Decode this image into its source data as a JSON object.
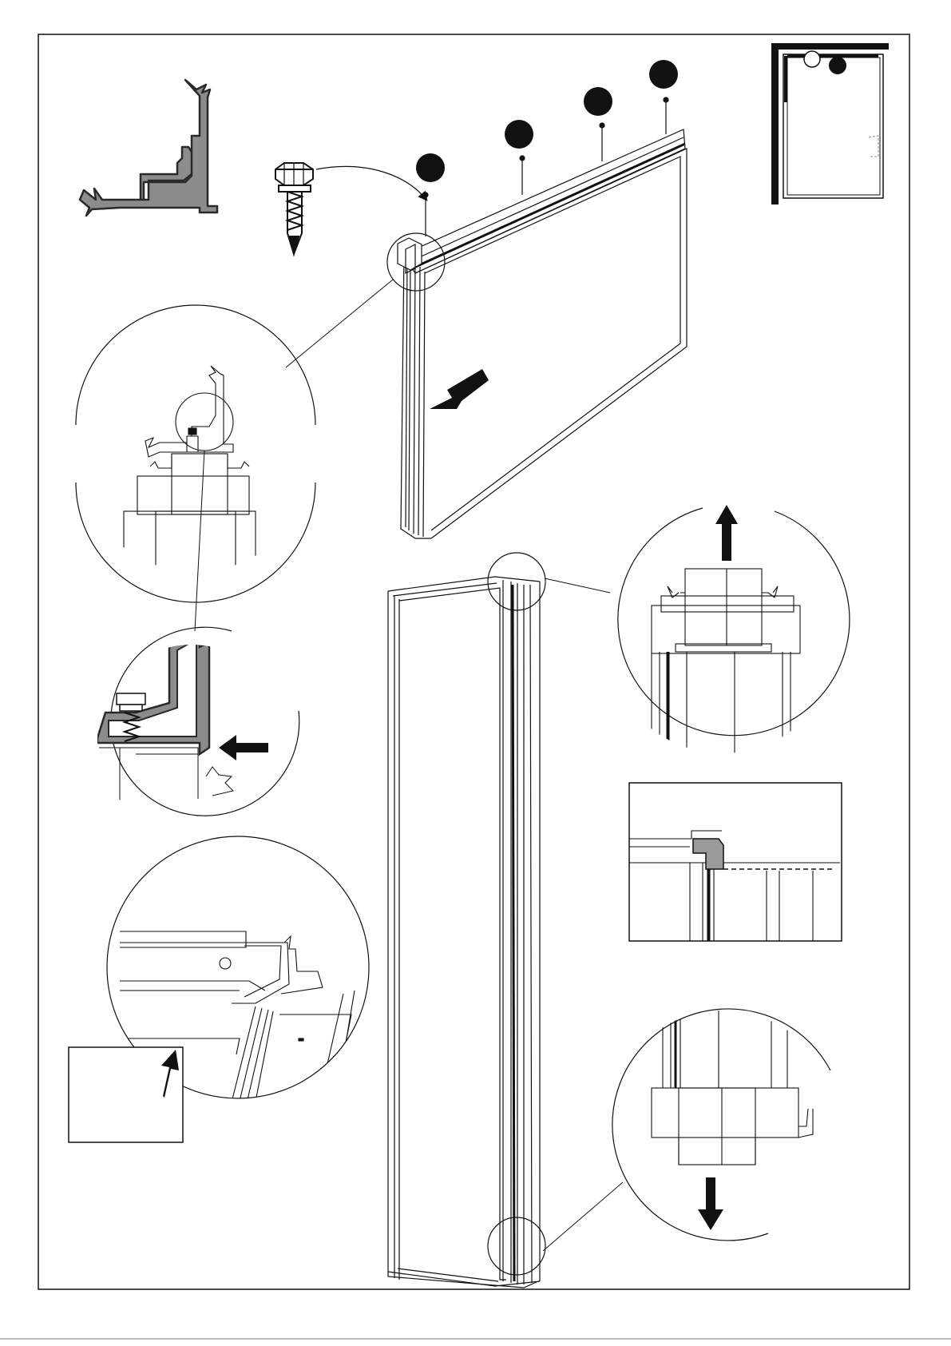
{
  "page": {
    "background": "#ffffff",
    "ink": "#111111",
    "profile_fill": "#8c8c8c",
    "profile_stroke": "#2a2a2a",
    "highlight_fill": "#9a9a9a"
  },
  "assembly_steps": {
    "screw_markers": [
      "marker-1",
      "marker-2",
      "marker-3",
      "marker-4"
    ],
    "screw_count": 4,
    "direction_arrows": [
      "insert-left",
      "push-left",
      "lift-up",
      "pull-up",
      "push-down"
    ]
  },
  "icons": {
    "screw": "self-drilling-hex-screw-icon",
    "profile": "corner-profile-icon",
    "location": "room-location-icon",
    "arrow": "arrow-icon",
    "zoom": "magnifier-circle-icon"
  }
}
